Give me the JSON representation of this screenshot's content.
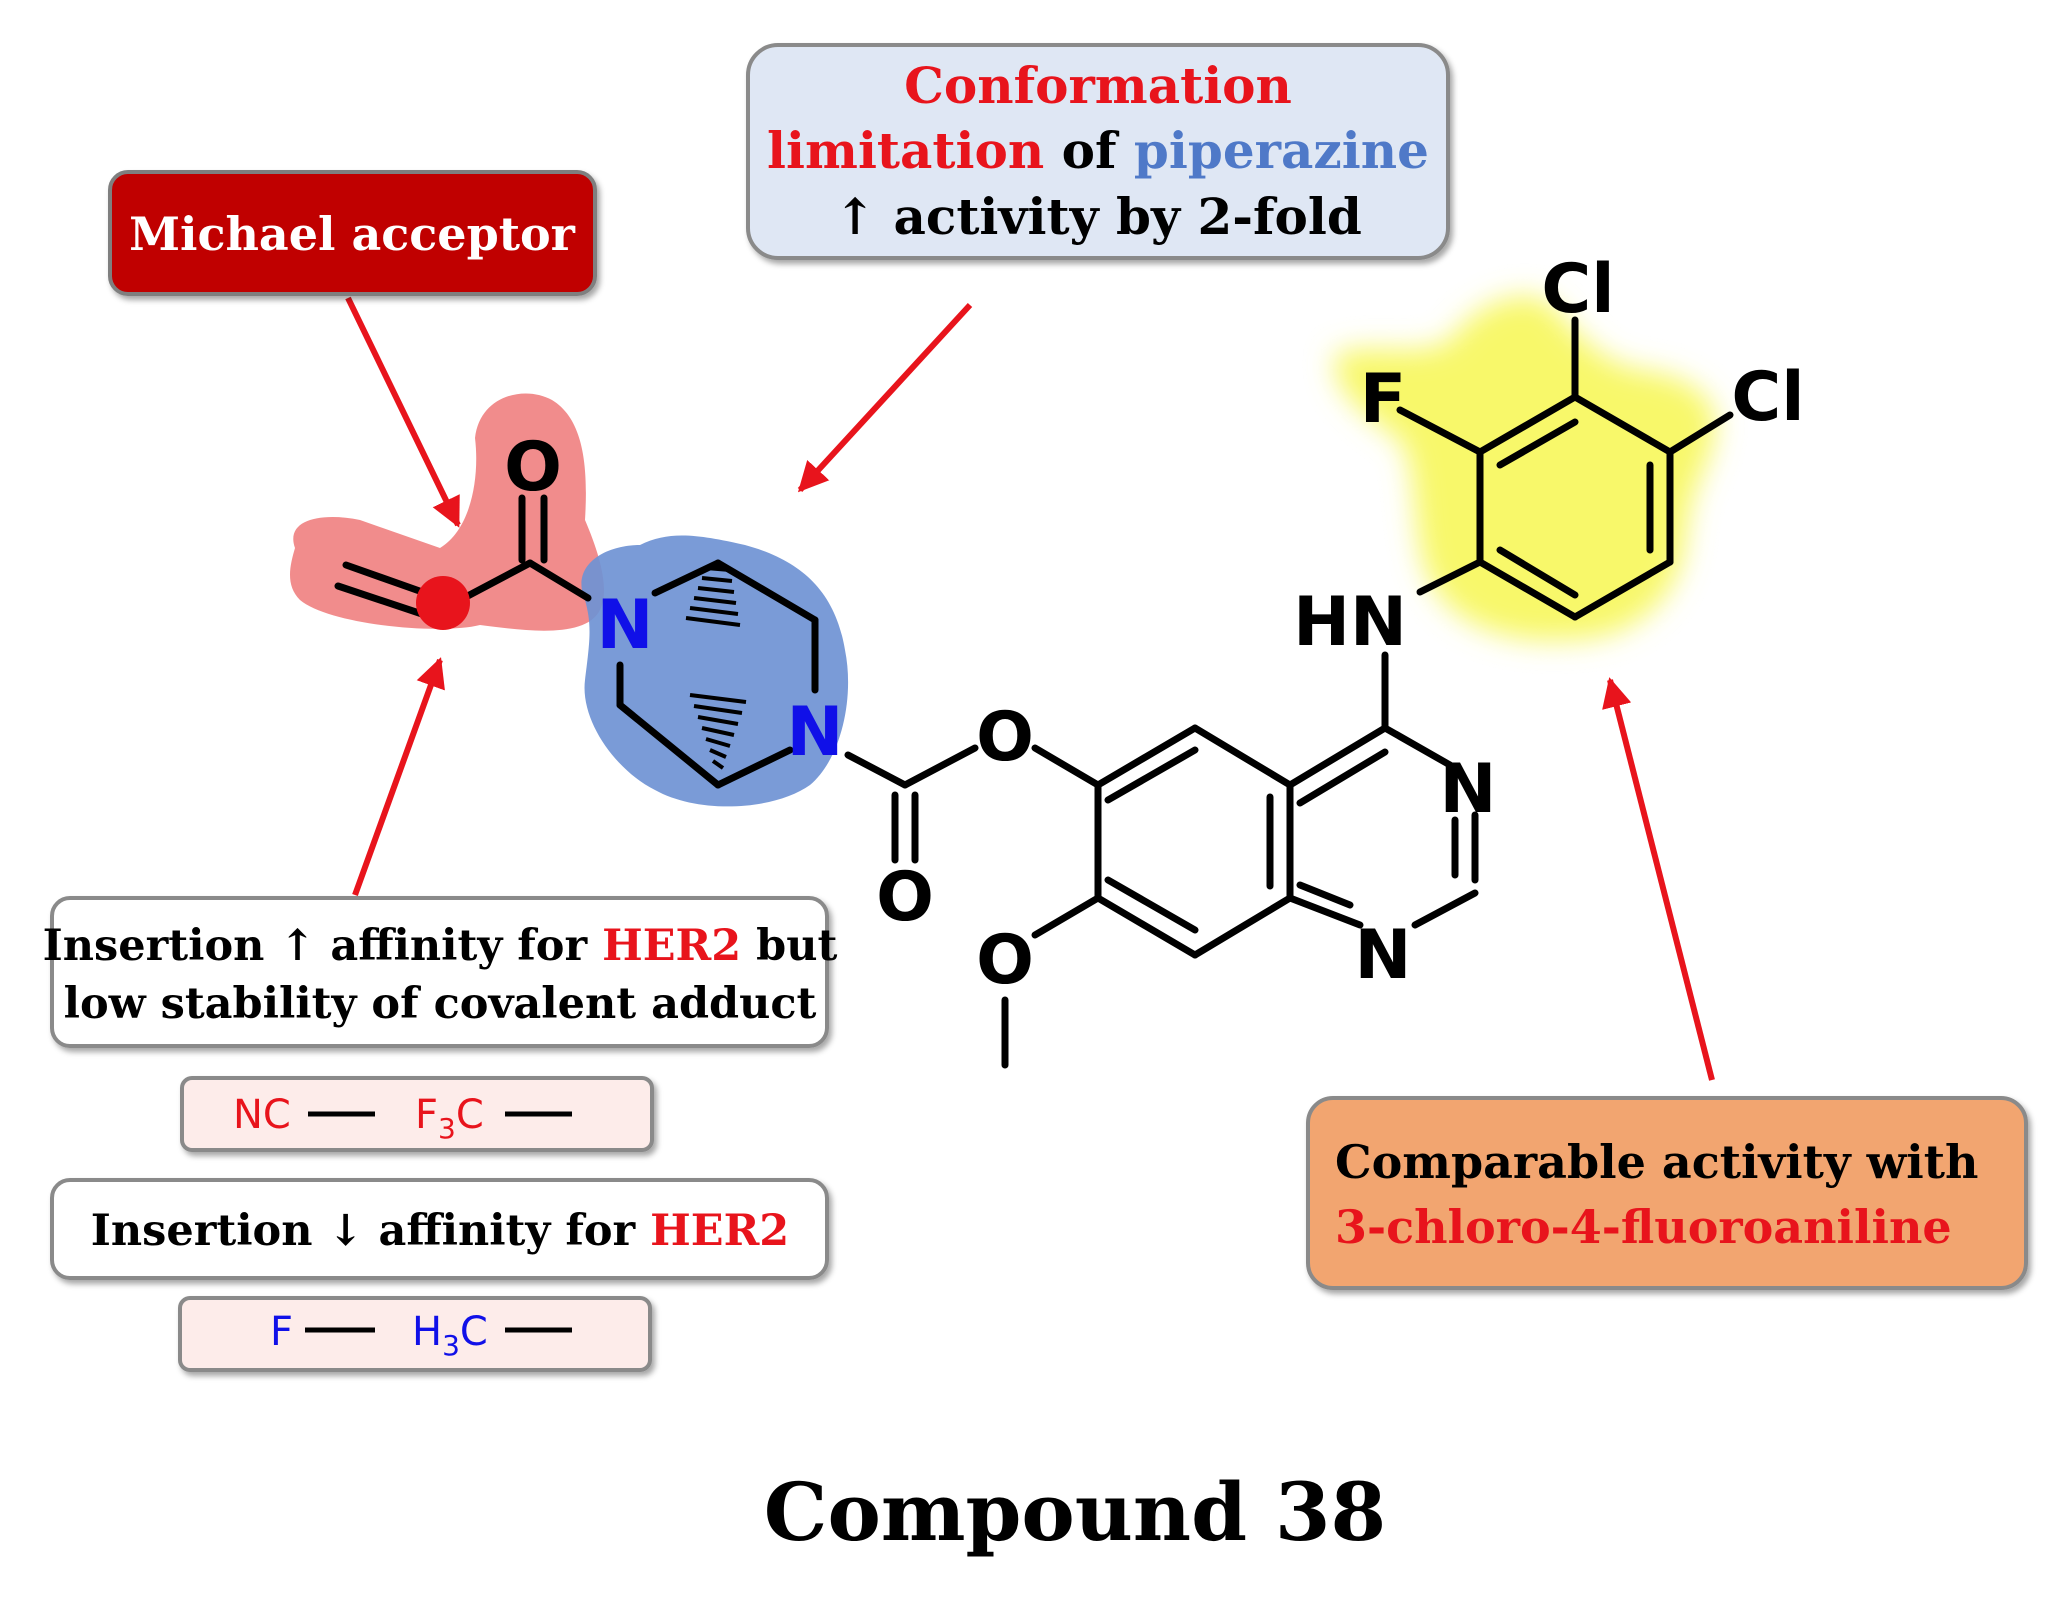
{
  "callouts": {
    "michael": {
      "text": "Michael acceptor"
    },
    "conformation": {
      "line1": "Conformation",
      "line2a": "limitation",
      "line2b": " of ",
      "line2c": "piperazine",
      "line3": "↑ activity by 2-fold"
    },
    "insertion_up": {
      "line1a": "Insertion ↑ affinity for ",
      "line1b": "HER2",
      "line1c": " but",
      "line2": "low stability of covalent adduct"
    },
    "insertion_down": {
      "line1a": "Insertion ↓ affinity for ",
      "line1b": "HER2"
    },
    "comparable": {
      "line1": "Comparable activity with",
      "line2": "3-chloro-4-fluoroaniline"
    }
  },
  "substituents_up": {
    "g1": "NC",
    "g2a": "F",
    "g2b": "3",
    "g2c": "C"
  },
  "substituents_down": {
    "g1": "F",
    "g2a": "H",
    "g2b": "3",
    "g2c": "C"
  },
  "atoms": {
    "o_carbonyl": "O",
    "n_left": "N",
    "n_right": "N",
    "o_ester": "O",
    "o_ester_carbonyl": "O",
    "o_methoxy": "O",
    "n_q3": "N",
    "n_q1": "N",
    "hn": "HN",
    "f": "F",
    "cl_top": "Cl",
    "cl_right": "Cl"
  },
  "caption": "Compound 38",
  "colors": {
    "red": "#e8141c",
    "blue": "#4f79c8",
    "atom_blue": "#1010e8",
    "dark_red_box": "#c00000",
    "light_blue_box": "#dfe7f4",
    "orange_box": "#f2a56f",
    "pink_box": "#fdecea",
    "highlight_red": "#f08080",
    "highlight_blue": "#6f93d4",
    "highlight_yellow": "#f8f86a"
  }
}
